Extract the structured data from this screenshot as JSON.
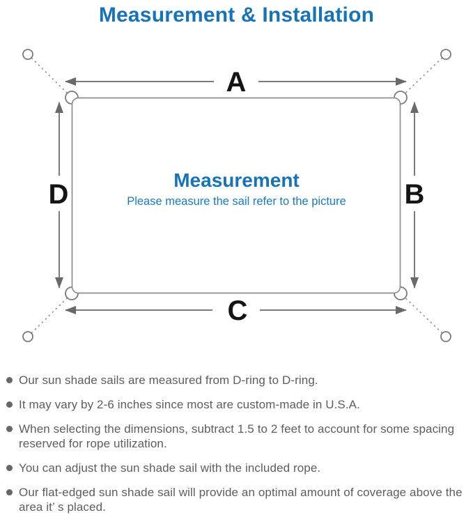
{
  "page": {
    "title": "Measurement & Installation"
  },
  "diagram": {
    "labels": {
      "a": "A",
      "b": "B",
      "c": "C",
      "d": "D"
    },
    "center_heading": "Measurement",
    "center_subtitle": "Please measure the sail refer to the picture"
  },
  "notes": {
    "items": [
      {
        "text": "Our sun shade sails are measured from D-ring to D-ring."
      },
      {
        "text": "It may vary by 2-6 inches since most are custom-made in U.S.A."
      },
      {
        "text": "When selecting the dimensions, subtract 1.5 to 2 feet to account for some spacing reserved for rope utilization."
      },
      {
        "text": "You can adjust the sun shade sail with the included rope."
      },
      {
        "text": "Our flat-edged sun shade sail will provide an optimal amount of coverage above the area it’ s placed."
      }
    ]
  },
  "colors": {
    "accent_blue": "#1773b8",
    "subtitle_blue": "#1a7ac0",
    "line_gray": "#7a7a7a",
    "note_text_gray": "#5d5d5d",
    "label_black": "#151515"
  }
}
